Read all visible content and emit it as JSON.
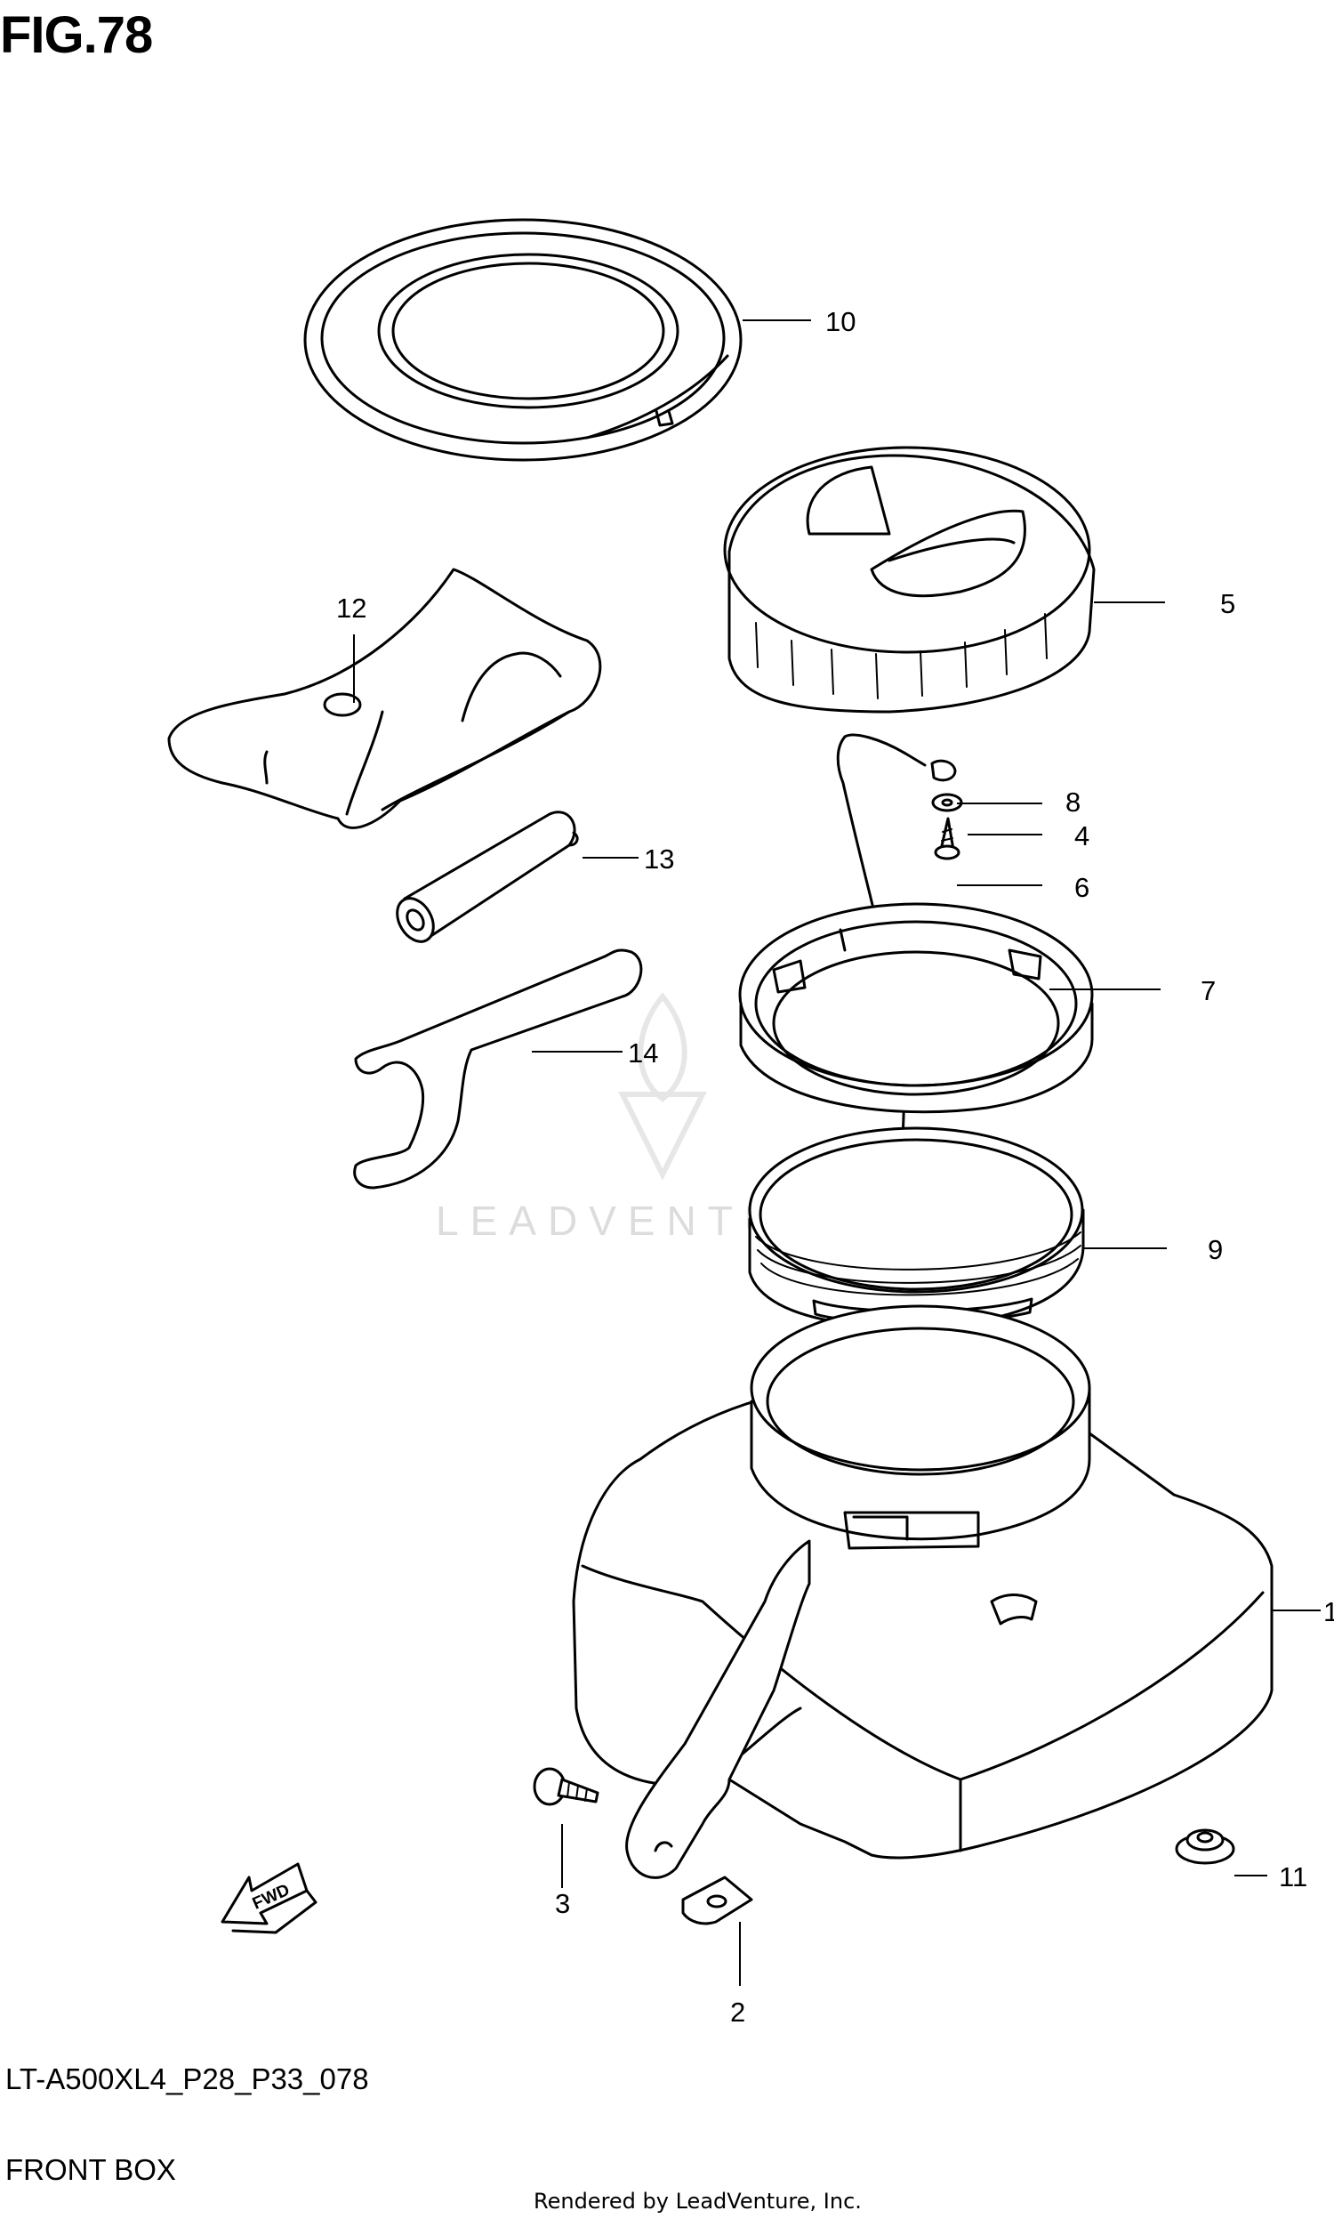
{
  "figure": {
    "title": "FIG.78",
    "code": "LT-A500XL4_P28_P33_078",
    "caption": "FRONT BOX",
    "rendered_by": "Rendered by LeadVenture, Inc.",
    "watermark": "LEADVENTURE"
  },
  "direction_marker": {
    "label": "FWD",
    "icon": "fwd-arrow-icon"
  },
  "callouts": {
    "c1": "1",
    "c2": "2",
    "c3": "3",
    "c4": "4",
    "c5": "5",
    "c6": "6",
    "c7": "7",
    "c8": "8",
    "c9": "9",
    "c10": "10",
    "c11": "11",
    "c12": "12",
    "c13": "13",
    "c14": "14"
  }
}
